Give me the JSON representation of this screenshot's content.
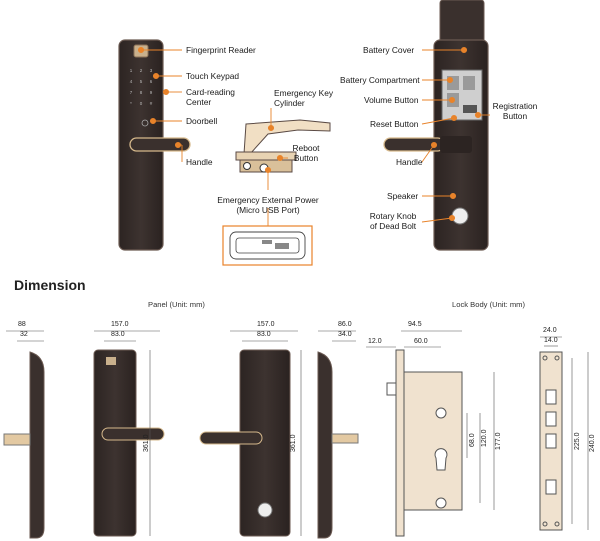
{
  "colors": {
    "accent": "#e8832a",
    "lock_body": "#3a2f2c",
    "lock_edge": "#5a4a44",
    "handle_gold": "#e3c9a2",
    "mortise_fill": "#f0e2cf"
  },
  "callouts_front": [
    {
      "text": "Fingerprint Reader"
    },
    {
      "text": "Touch Keypad"
    },
    {
      "text": "Card-reading Center"
    },
    {
      "text": "Doorbell"
    },
    {
      "text": "Handle"
    }
  ],
  "callouts_cylinder": {
    "key_cylinder": "Emergency Key Cylinder",
    "reboot": "Reboot Button",
    "usb_line1": "Emergency External Power",
    "usb_line2": "(Micro USB Port)"
  },
  "callouts_back": [
    {
      "text": "Battery Cover"
    },
    {
      "text": "Battery Compartment"
    },
    {
      "text": "Volume Button"
    },
    {
      "text": "Registration Button"
    },
    {
      "text": "Reset Button"
    },
    {
      "text": "Handle"
    },
    {
      "text": "Speaker"
    },
    {
      "text": "Rotary Knob of Dead Bolt"
    }
  ],
  "keypad_keys": [
    "1",
    "2",
    "3",
    "4",
    "5",
    "6",
    "7",
    "8",
    "9",
    "*",
    "0",
    "#"
  ],
  "dimension": {
    "heading": "Dimension",
    "panel_caption": "Panel (Unit: mm)",
    "lockbody_caption": "Lock Body (Unit: mm)",
    "side_left": {
      "depth": "88",
      "inner": "32"
    },
    "front_width": {
      "outer": "157.0",
      "inner": "83.0"
    },
    "back_width": {
      "outer": "157.0",
      "inner": "83.0"
    },
    "side_right": {
      "depth": "86.0",
      "inner": "34.0"
    },
    "heights": {
      "front": "361.0",
      "back": "361.0"
    },
    "mortise": {
      "width": "94.5",
      "backset": "60.0",
      "faceplate": "12.0",
      "h1": "68.0",
      "h2": "120.0",
      "h3": "177.0"
    },
    "faceplate": {
      "width": "24.0",
      "inner": "14.0",
      "h1": "225.0",
      "h2": "240.0"
    }
  }
}
